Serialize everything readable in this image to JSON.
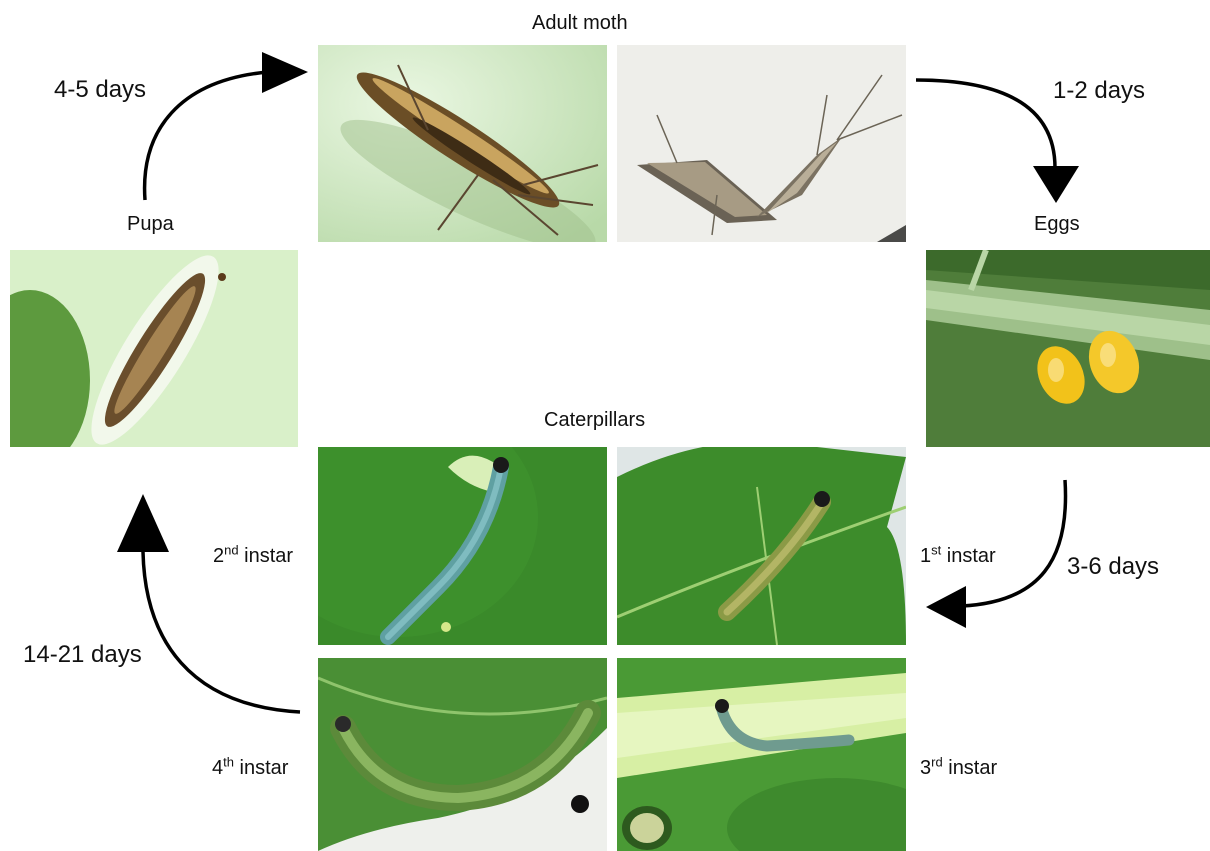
{
  "stages": {
    "adult": "Adult moth",
    "eggs": "Eggs",
    "pupa": "Pupa",
    "caterpillars": "Caterpillars"
  },
  "instars": {
    "first": {
      "num": "1",
      "sup": "st",
      "text": " instar"
    },
    "second": {
      "num": "2",
      "sup": "nd",
      "text": " instar"
    },
    "third": {
      "num": "3",
      "sup": "rd",
      "text": " instar"
    },
    "fourth": {
      "num": "4",
      "sup": "th",
      "text": " instar"
    }
  },
  "durations": {
    "pupa_to_adult": "4-5 days",
    "adult_to_eggs": "1-2 days",
    "eggs_to_larva": "3-6 days",
    "larva_to_pupa": "14-21 days"
  },
  "colors": {
    "leaf_green": "#3f8a2a",
    "pale_green": "#d8f0c8",
    "egg_yellow": "#f2c21a",
    "moth_brown": "#8a6a3a",
    "arrow": "#000000"
  }
}
